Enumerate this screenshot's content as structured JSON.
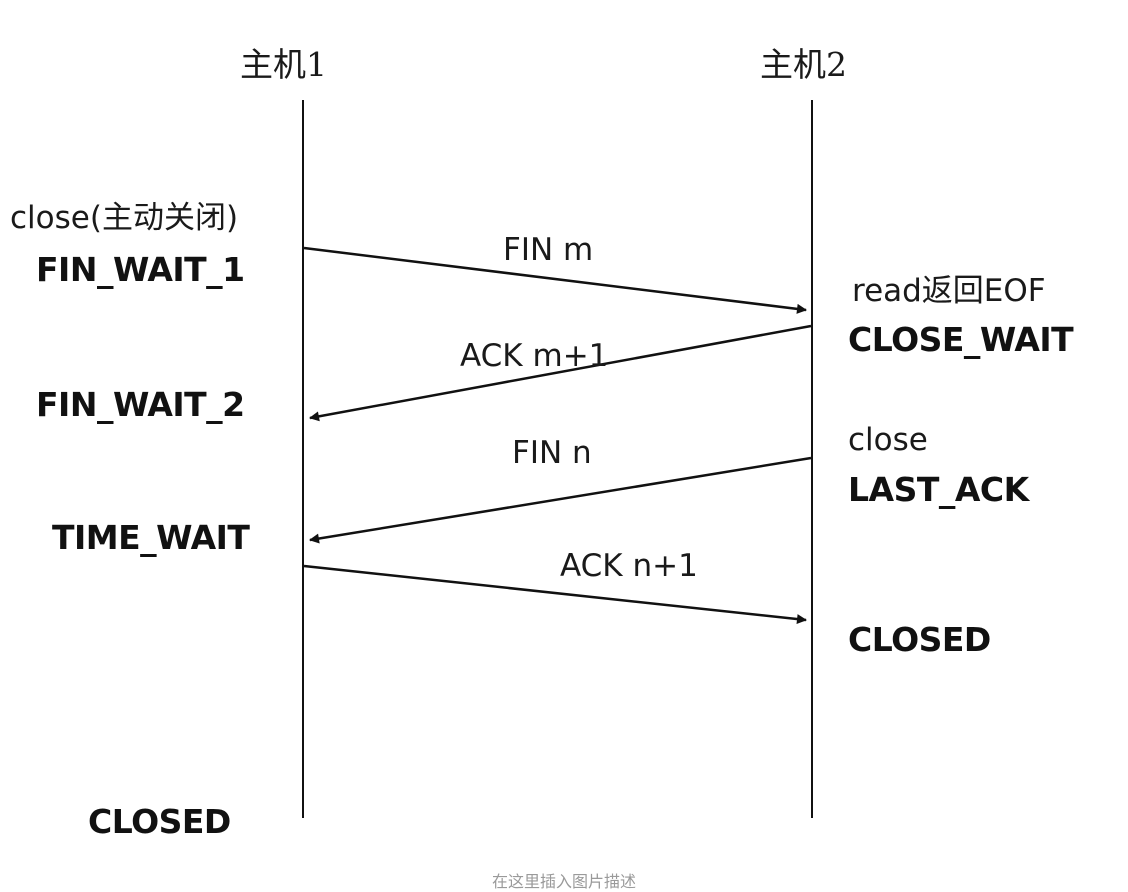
{
  "hosts": {
    "host1": "主机1",
    "host2": "主机2"
  },
  "host1_side": {
    "close_event": "close(主动关闭)",
    "state_fin_wait_1": "FIN_WAIT_1",
    "state_fin_wait_2": "FIN_WAIT_2",
    "state_time_wait": "TIME_WAIT",
    "state_closed": "CLOSED"
  },
  "host2_side": {
    "read_event": "read返回EOF",
    "state_close_wait": "CLOSE_WAIT",
    "close_event": "close",
    "state_last_ack": "LAST_ACK",
    "state_closed": "CLOSED"
  },
  "messages": {
    "fin_m": "FIN m",
    "ack_m1": "ACK m+1",
    "fin_n": "FIN n",
    "ack_n1": "ACK n+1"
  },
  "caption": "在这里插入图片描述",
  "colors": {
    "line": "#111111",
    "text": "#1a1a1a",
    "caption": "#9a9a9a"
  }
}
